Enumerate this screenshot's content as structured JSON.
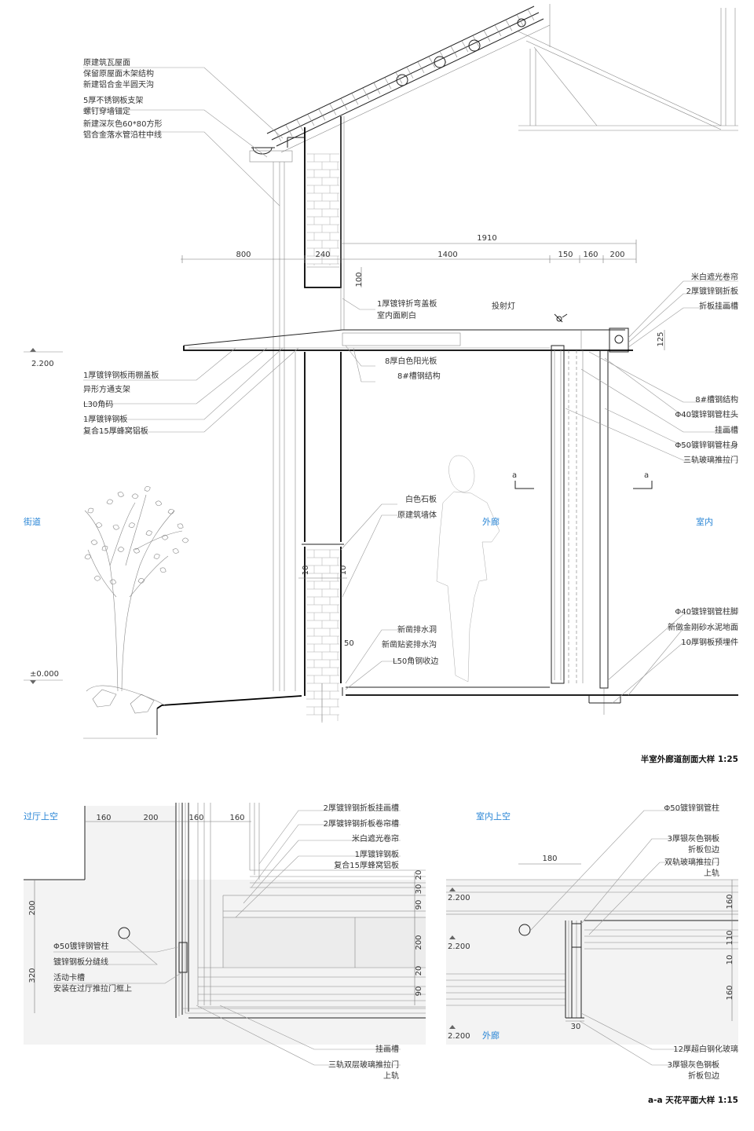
{
  "section": {
    "title": "半室外廊道剖面大样 1:25",
    "zones": {
      "street": "街道",
      "corridor": "外廊",
      "indoor": "室内"
    },
    "levels": {
      "upper": "2.200",
      "ground": "±0.000"
    },
    "roof_notes": [
      "原建筑瓦屋面",
      "保留原屋面木架结构",
      "新建铝合金半圆天沟",
      "5厚不锈钢板支架",
      "螺钉穿墙锚定",
      "新建深灰色60*80方形",
      "铝合金落水管沿柱中线"
    ],
    "canopy_notes": [
      "1厚镀锌钢板雨棚盖板",
      "异形方通支架",
      "L30角码",
      "1厚镀锌钢板",
      "复合15厚蜂窝铝板"
    ],
    "center_notes_top": [
      "1厚镀锌折弯盖板",
      "室内面刷白"
    ],
    "spotlight": "投射灯",
    "center_notes_mid": [
      "8厚白色阳光板",
      "8#槽钢结构"
    ],
    "wall_notes": [
      "白色石板",
      "原建筑墙体"
    ],
    "drain_notes": [
      "新凿排水洞",
      "新凿贴瓷排水沟",
      "L50角钢收边"
    ],
    "right_notes_top": [
      "米白遮光卷帘",
      "2厚镀锌钢折板",
      "折板挂画槽"
    ],
    "right_notes_mid": [
      "8#槽钢结构",
      "Φ40镀锌钢管柱头",
      "挂画槽",
      "Φ50镀锌钢管柱身",
      "三轨玻璃推拉门"
    ],
    "right_notes_bottom": [
      "Φ40镀锌钢管柱脚",
      "新做金刚砂水泥地面",
      "10厚钢板预埋件"
    ],
    "section_marks": [
      "a",
      "a"
    ],
    "dims_top": {
      "total": "1910",
      "d800": "800",
      "d240": "240",
      "d1400": "1400",
      "d150": "150",
      "d160": "160",
      "d200": "200"
    },
    "dims_side": {
      "d100": "100",
      "d125": "125",
      "d10a": "10",
      "d10b": "10",
      "d50": "50"
    }
  },
  "plan": {
    "title": "a-a 天花平面大样 1:15",
    "left": {
      "zone": "过厅上空",
      "dims_top": [
        "160",
        "200",
        "160",
        "160"
      ],
      "dims_left": [
        "200",
        "320"
      ],
      "dims_right": [
        "20",
        "30",
        "90",
        "200",
        "20",
        "90"
      ],
      "notes_left": [
        "Φ50镀锌钢管柱",
        "镀锌钢板分缝线",
        "活动卡槽",
        "安装在过厅推拉门框上"
      ],
      "notes_top_right": [
        "2厚镀锌钢折板挂画槽",
        "2厚镀锌钢折板卷帘槽",
        "米白遮光卷帘",
        "1厚镀锌钢板",
        "复合15厚蜂窝铝板"
      ],
      "notes_bottom": [
        "挂画槽",
        "三轨双层玻璃推拉门",
        "上轨"
      ]
    },
    "right": {
      "zone_top": "室内上空",
      "zone_bottom": "外廊",
      "dim_top": "180",
      "dim_bottom": "30",
      "levels": [
        "2.200",
        "2.200",
        "2.200"
      ],
      "dims_right": [
        "160",
        "110",
        "10",
        "160"
      ],
      "notes_top": [
        "Φ50镀锌钢管柱",
        "3厚银灰色钢板",
        "折板包边",
        "双轨玻璃推拉门",
        "上轨"
      ],
      "notes_bottom": [
        "12厚超白钢化玻璃",
        "3厚银灰色钢板",
        "折板包边"
      ]
    }
  }
}
